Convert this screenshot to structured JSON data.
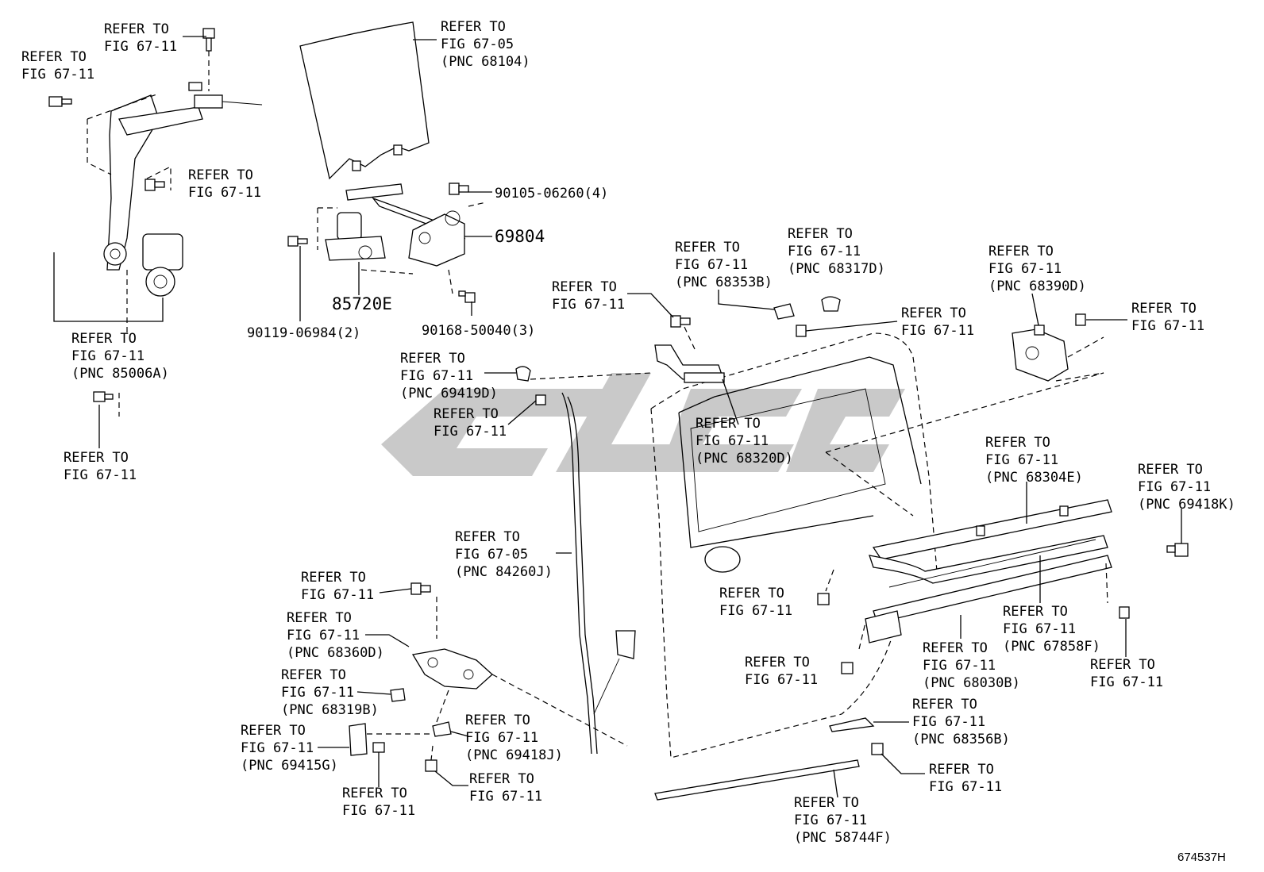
{
  "diagram_code": "674537H",
  "refer": {
    "prefix": "REFER TO",
    "fig11": "FIG 67-11",
    "fig05": "FIG 67-05"
  },
  "pnc": {
    "p68104": "(PNC 68104)",
    "p85006A": "(PNC 85006A)",
    "p69419D": "(PNC 69419D)",
    "p68353B": "(PNC 68353B)",
    "p68317D": "(PNC 68317D)",
    "p68390D": "(PNC 68390D)",
    "p68320D": "(PNC 68320D)",
    "p68304E": "(PNC 68304E)",
    "p69418K": "(PNC 69418K)",
    "p84260J": "(PNC 84260J)",
    "p68360D": "(PNC 68360D)",
    "p68319B": "(PNC 68319B)",
    "p69418J": "(PNC 69418J)",
    "p69415G": "(PNC 69415G)",
    "p67858F": "(PNC 67858F)",
    "p68030B": "(PNC 68030B)",
    "p68356B": "(PNC 68356B)",
    "p58744F": "(PNC 58744F)"
  },
  "parts": {
    "p90105": "90105-06260(4)",
    "p69804": "69804",
    "p85720E": "85720E",
    "p90119": "90119-06984(2)",
    "p90168": "90168-50040(3)"
  }
}
